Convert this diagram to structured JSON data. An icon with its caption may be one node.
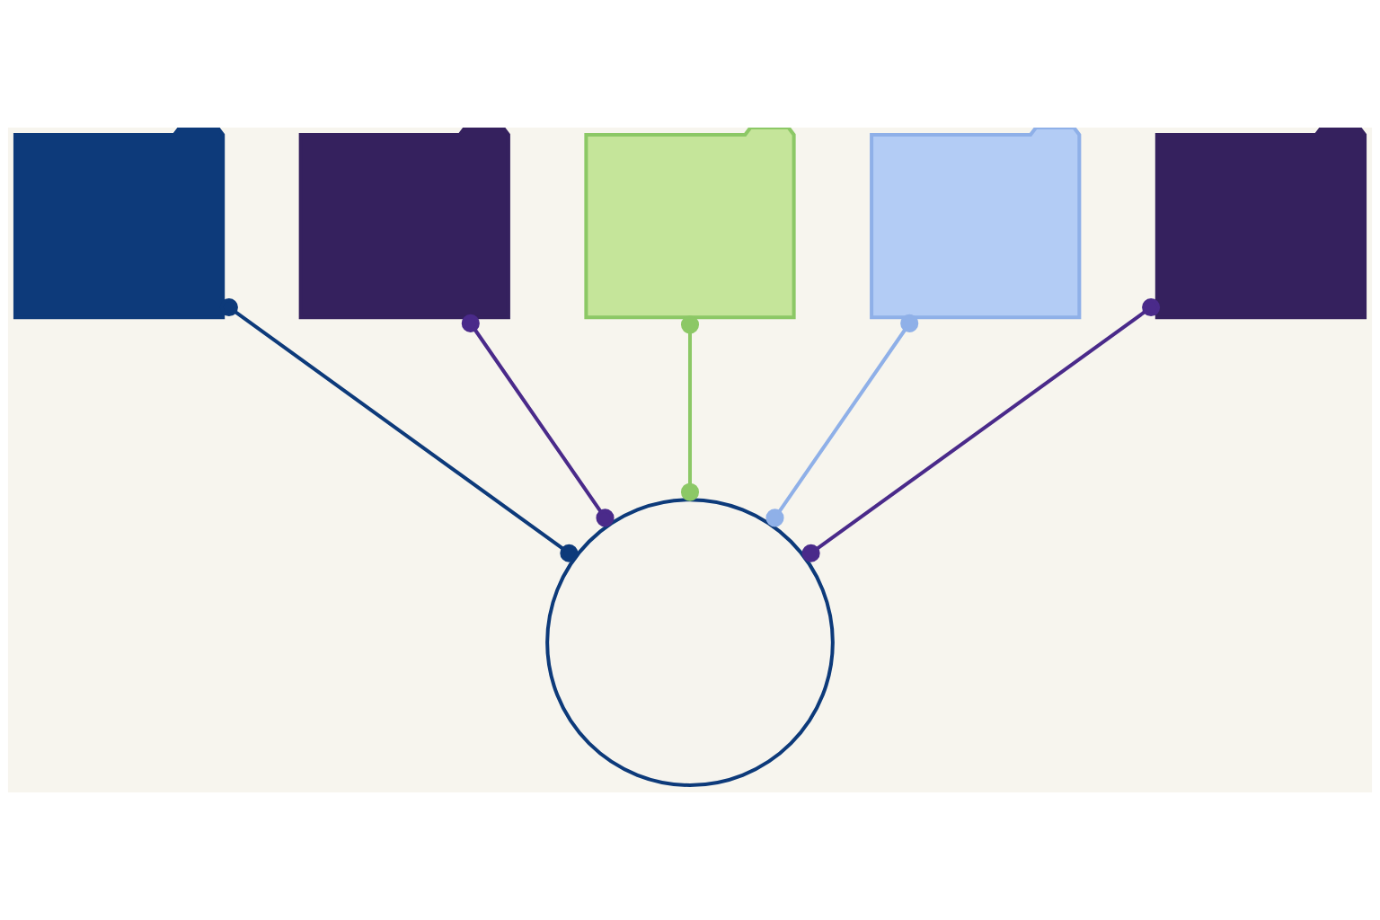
{
  "diagram": {
    "nodes": [
      {
        "text": [],
        "shape": "folder"
      },
      {
        "text": [],
        "shape": "folder"
      },
      {
        "text": [],
        "shape": "folder"
      },
      {
        "text": [],
        "shape": "folder"
      },
      {
        "text": [],
        "shape": "folder"
      },
      {
        "text": [],
        "shape": "circle"
      }
    ],
    "edges": [
      {
        "from": 0,
        "to": 5,
        "arrow": "other",
        "color": "#0d3a7a"
      },
      {
        "from": 1,
        "to": 5,
        "arrow": "other",
        "color": "#4a2a8a"
      },
      {
        "from": 2,
        "to": 5,
        "arrow": "other",
        "color": "#8cc866"
      },
      {
        "from": 3,
        "to": 5,
        "arrow": "other",
        "color": "#8fb0e8"
      },
      {
        "from": 4,
        "to": 5,
        "arrow": "other",
        "color": "#4a2a8a"
      }
    ]
  }
}
